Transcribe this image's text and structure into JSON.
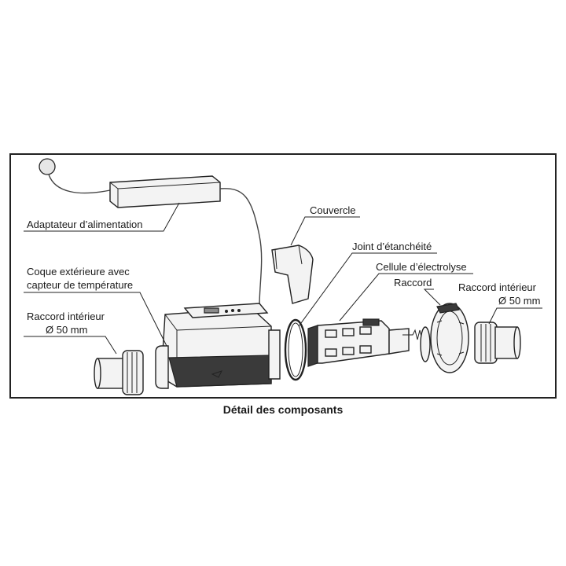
{
  "labels": {
    "power_adapter": "Adaptateur d’alimentation",
    "cover": "Couvercle",
    "seal": "Joint d’étanchéité",
    "cell": "Cellule d’électrolyse",
    "shell_line1": "Coque extérieure avec",
    "shell_line2": "capteur de température",
    "fitting": "Raccord",
    "inner_fitting_left_line1": "Raccord intérieur",
    "inner_fitting_left_line2": "Ø 50 mm",
    "inner_fitting_right_line1": "Raccord intérieur",
    "inner_fitting_right_line2": "Ø 50 mm"
  },
  "caption": "Détail des composants",
  "colors": {
    "line": "#222222",
    "text": "#1a1a1a",
    "dark_part": "#3a3a3a"
  }
}
